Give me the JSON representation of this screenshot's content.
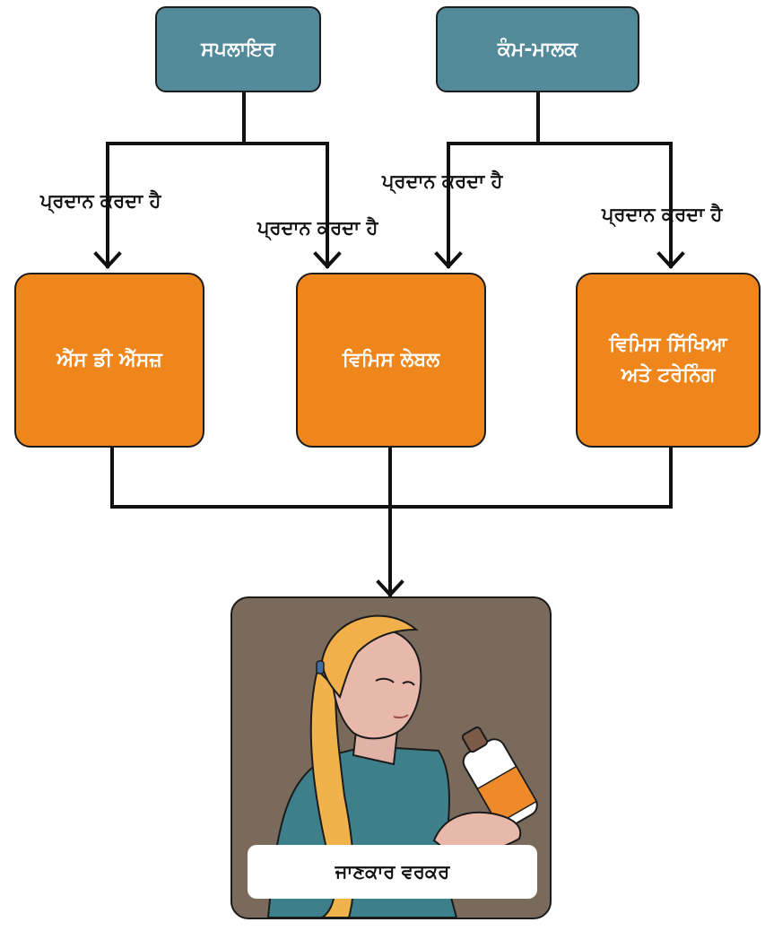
{
  "nodes": {
    "supplier": "ਸਪਲਾਇਰ",
    "employer": "ਕੰਮ-ਮਾਲਕ",
    "sds": "ਐੱਸ ਡੀ ਐੱਸਜ਼",
    "whmis_label": "ਵਿਮਿਸ ਲੇਬਲ",
    "whmis_training_line1": "ਵਿਮਿਸ ਸਿੱਖਿਆ",
    "whmis_training_line2": "ਅਤੇ ਟਰੇਨਿੰਗ",
    "worker": "ਜਾਣਕਾਰ ਵਰਕਰ"
  },
  "edges": {
    "supplier_to_sds": "ਪ੍ਰਦਾਨ ਕਰਦਾ ਹੈ",
    "supplier_to_label": "ਪ੍ਰਦਾਨ ਕਰਦਾ ਹੈ",
    "employer_to_label": "ਪ੍ਰਦਾਨ ਕਰਦਾ ਹੈ",
    "employer_to_training": "ਪ੍ਰਦਾਨ ਕਰਦਾ ਹੈ"
  },
  "colors": {
    "top_node": "#538a9a",
    "middle_node": "#ef861c",
    "worker_background": "#7a6a5b",
    "lines": "#111111"
  },
  "icons": {
    "worker_illustration": "worker-reading-bottle-label"
  }
}
